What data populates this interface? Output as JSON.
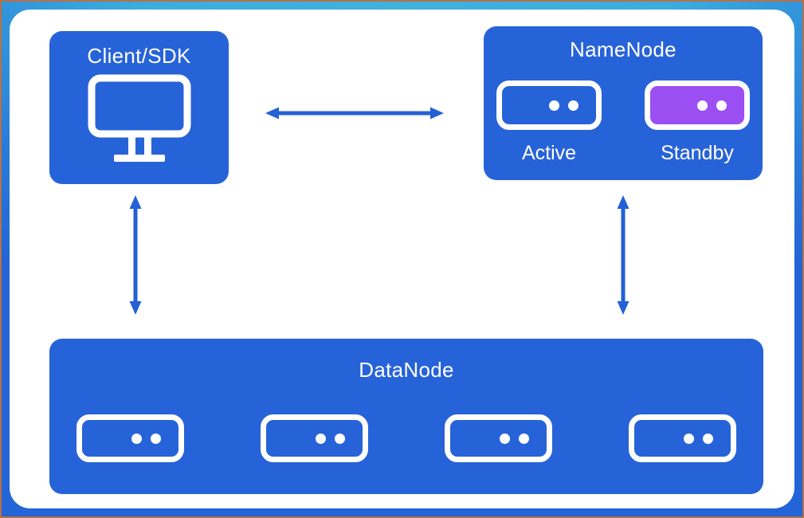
{
  "colors": {
    "node_blue": "#2763d8",
    "standby_purple": "#9b4ef2",
    "arrow_blue": "#2361d4",
    "frame_border": "#b4714a",
    "band_cyan": "#41b1dd",
    "band_blue": "#2364d6",
    "canvas_white": "#ffffff"
  },
  "nodes": {
    "client": {
      "label": "Client/SDK",
      "icon": "monitor-icon"
    },
    "namenode": {
      "label": "NameNode",
      "servers": [
        {
          "label": "Active",
          "state_color": "#2763d8"
        },
        {
          "label": "Standby",
          "state_color": "#9b4ef2"
        }
      ]
    },
    "datanode": {
      "label": "DataNode",
      "server_count": 4
    }
  },
  "edges": [
    {
      "from": "client",
      "to": "namenode",
      "direction": "bidirectional",
      "orientation": "horizontal"
    },
    {
      "from": "client",
      "to": "datanode",
      "direction": "bidirectional",
      "orientation": "vertical"
    },
    {
      "from": "namenode",
      "to": "datanode",
      "direction": "bidirectional",
      "orientation": "vertical"
    }
  ]
}
